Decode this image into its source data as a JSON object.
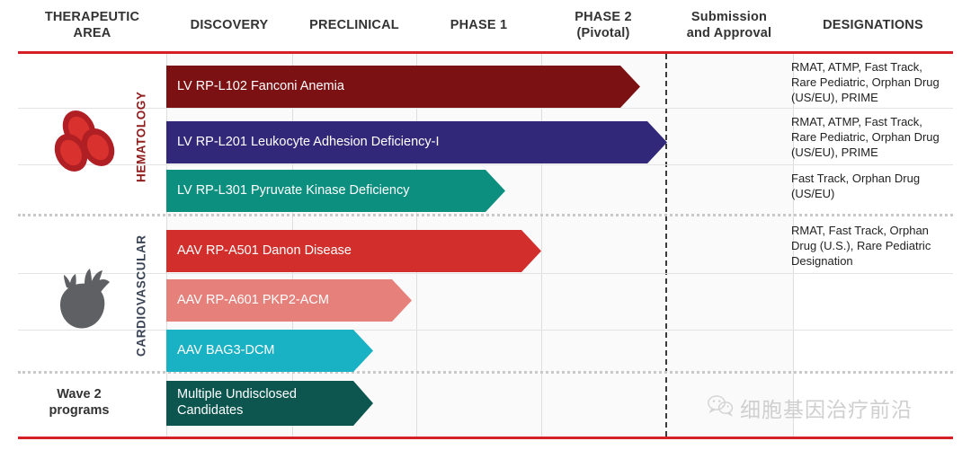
{
  "header": {
    "columns": [
      {
        "label": "THERAPEUTIC\nAREA",
        "name": "therapeutic-area"
      },
      {
        "label": "DISCOVERY",
        "name": "discovery"
      },
      {
        "label": "PRECLINICAL",
        "name": "preclinical"
      },
      {
        "label": "PHASE 1",
        "name": "phase-1"
      },
      {
        "label": "PHASE 2\n(Pivotal)",
        "name": "phase-2"
      },
      {
        "label": "Submission\nand Approval",
        "name": "submission-and-approval"
      },
      {
        "label": "DESIGNATIONS",
        "name": "designations"
      }
    ]
  },
  "groups": [
    {
      "id": "hematology",
      "label": "HEMATOLOGY",
      "icon": "blood-cells-icon",
      "color": "#a01e22"
    },
    {
      "id": "cardiovascular",
      "label": "CARDIOVASCULAR",
      "icon": "heart-icon",
      "color": "#3b4455"
    },
    {
      "id": "wave2",
      "label": "Wave 2\nprograms",
      "icon": "",
      "color": "#333333"
    }
  ],
  "programs": [
    {
      "label": "LV RP-L102 Fanconi Anemia",
      "group": "hematology",
      "color": "#7b1113",
      "designations": "RMAT, ATMP, Fast Track, Rare Pediatric, Orphan Drug (US/EU), PRIME",
      "stage": "Phase 2 (Pivotal)"
    },
    {
      "label": "LV RP-L201 Leukocyte Adhesion Deficiency-I",
      "group": "hematology",
      "color": "#32287a",
      "designations": "RMAT, ATMP, Fast Track, Rare Pediatric, Orphan Drug (US/EU), PRIME",
      "stage": "Phase 2 (Pivotal)"
    },
    {
      "label": "LV RP-L301 Pyruvate Kinase Deficiency",
      "group": "hematology",
      "color": "#0d8f80",
      "designations": "Fast Track, Orphan Drug (US/EU)",
      "stage": "Phase 1"
    },
    {
      "label": "AAV RP-A501 Danon Disease",
      "group": "cardiovascular",
      "color": "#d22f2c",
      "designations": "RMAT, Fast Track, Orphan Drug (U.S.), Rare Pediatric Designation",
      "stage": "Phase 1"
    },
    {
      "label": "AAV RP-A601 PKP2-ACM",
      "group": "cardiovascular",
      "color": "#e5807a",
      "designations": "",
      "stage": "Preclinical"
    },
    {
      "label": "AAV BAG3-DCM",
      "group": "cardiovascular",
      "color": "#19b2c4",
      "designations": "",
      "stage": "Preclinical"
    },
    {
      "label": "Multiple Undisclosed Candidates",
      "group": "wave2",
      "color": "#0d5650",
      "designations": "",
      "stage": "Discovery"
    }
  ],
  "watermark": {
    "icon": "wechat-icon",
    "text": "细胞基因治疗前沿"
  },
  "colors": {
    "rule": "#d62027",
    "grid": "#dedede",
    "divider_dashed": "#3b3b3b",
    "band": "#fafafa"
  }
}
